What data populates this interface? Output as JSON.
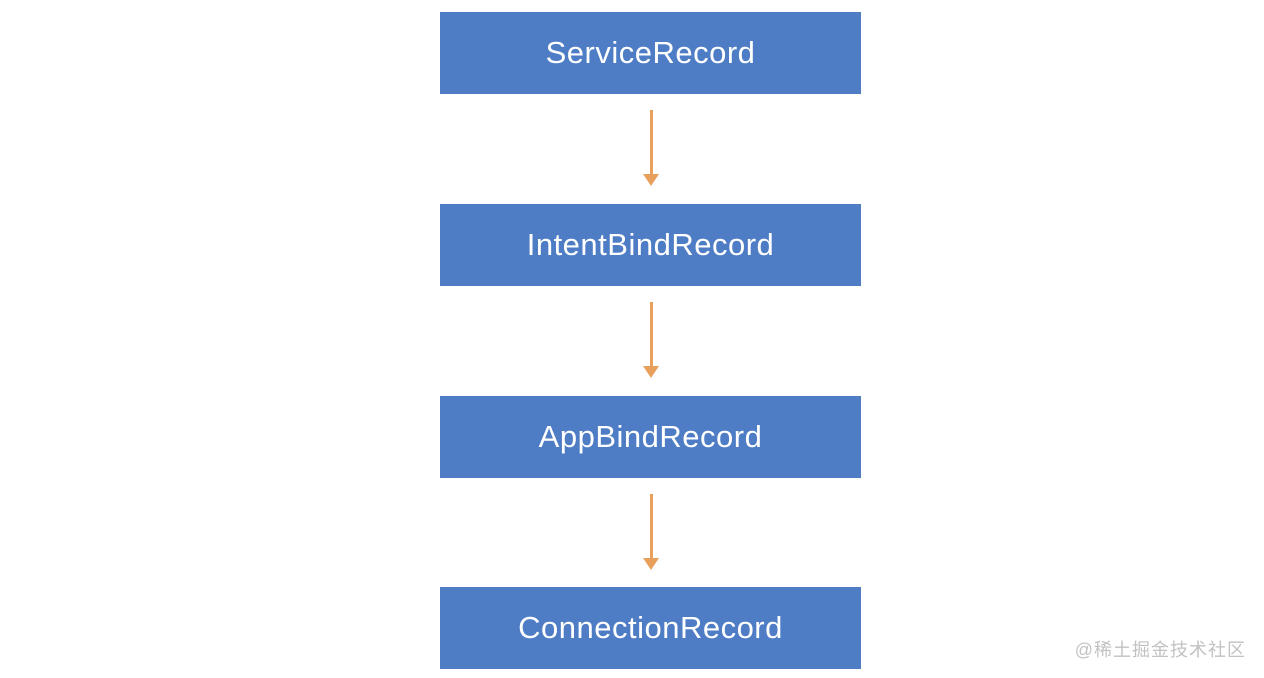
{
  "diagram": {
    "title": "",
    "nodes": [
      {
        "id": "service-record",
        "label": "ServiceRecord"
      },
      {
        "id": "intent-bind-record",
        "label": "IntentBindRecord"
      },
      {
        "id": "app-bind-record",
        "label": "AppBindRecord"
      },
      {
        "id": "connection-record",
        "label": "ConnectionRecord"
      }
    ],
    "edges": [
      {
        "from": "service-record",
        "to": "intent-bind-record",
        "direction": "down"
      },
      {
        "from": "intent-bind-record",
        "to": "app-bind-record",
        "direction": "down"
      },
      {
        "from": "app-bind-record",
        "to": "connection-record",
        "direction": "down"
      }
    ],
    "colors": {
      "background": "#ffffff",
      "node_fill": "#4e7dc6",
      "node_text": "#ffffff",
      "arrow": "#e9a05c",
      "watermark_text": "#c2c2c2"
    },
    "watermark": "@稀土掘金技术社区"
  }
}
